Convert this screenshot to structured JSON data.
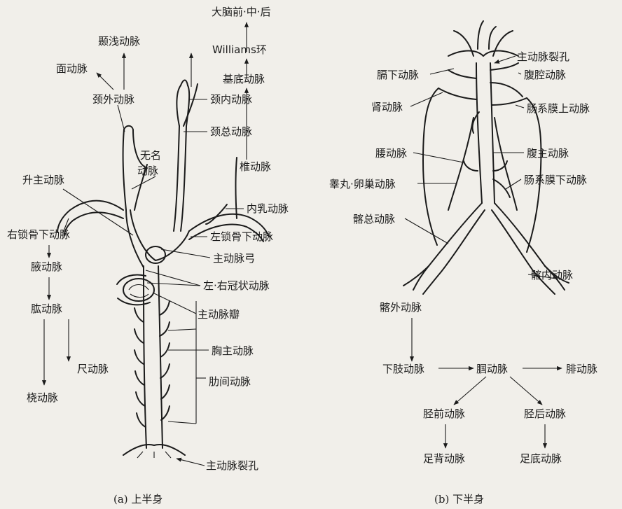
{
  "upper": {
    "caption": "(a) 上半身",
    "labels": {
      "brain": "大脑前·中·后",
      "williams": "Williams环",
      "basilar": "基底动脉",
      "superficial_temporal": "颞浅动脉",
      "facial": "面动脉",
      "external_carotid": "颈外动脉",
      "internal_carotid": "颈内动脉",
      "common_carotid": "颈总动脉",
      "innominate": "无名\n动脉",
      "vertebral": "椎动脉",
      "ascending_aorta": "升主动脉",
      "internal_mammary": "内乳动脉",
      "right_subclavian": "右锁骨下动脉",
      "left_subclavian": "左锁骨下动脉",
      "aortic_arch": "主动脉弓",
      "axillary": "腋动脉",
      "coronary": "左·右冠状动脉",
      "brachial": "肱动脉",
      "aortic_valve": "主动脉瓣",
      "thoracic_aorta": "胸主动脉",
      "ulnar": "尺动脉",
      "intercostal": "肋间动脉",
      "radial": "桡动脉",
      "aortic_hiatus": "主动脉裂孔"
    }
  },
  "lower": {
    "caption": "(b) 下半身",
    "labels": {
      "aortic_hiatus": "主动脉裂孔",
      "inferior_phrenic": "膈下动脉",
      "celiac": "腹腔动脉",
      "renal": "肾动脉",
      "superior_mesenteric": "肠系膜上动脉",
      "lumbar": "腰动脉",
      "abdominal_aorta": "腹主动脉",
      "gonadal": "睾丸·卵巢动脉",
      "inferior_mesenteric": "肠系膜下动脉",
      "common_iliac": "髂总动脉",
      "internal_iliac": "髂内动脉",
      "external_iliac": "髂外动脉",
      "lower_limb": "下肢动脉",
      "popliteal": "腘动脉",
      "peroneal": "腓动脉",
      "anterior_tibial": "胫前动脉",
      "posterior_tibial": "胫后动脉",
      "dorsalis_pedis": "足背动脉",
      "plantar": "足底动脉"
    }
  }
}
